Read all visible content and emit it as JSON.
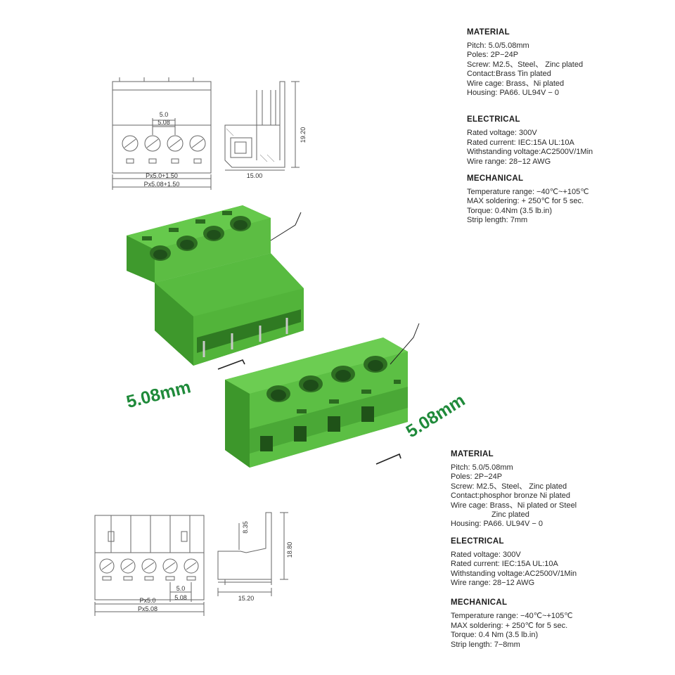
{
  "spec_top": {
    "sections": [
      {
        "title": "MATERIAL",
        "lines": [
          "Pitch: 5.0/5.08mm",
          "Poles:  2P−24P",
          "Screw: M2.5、Steel、 Zinc plated",
          "Contact:Brass Tin plated",
          "Wire cage: Brass、Ni plated",
          "Housing: PA66. UL94V − 0"
        ]
      },
      {
        "title": "ELECTRICAL",
        "lines": [
          "Rated voltage: 300V",
          "Rated current: IEC:15A  UL:10A",
          "Withstanding voltage:AC2500V/1Min",
          "Wire range: 28−12 AWG"
        ]
      },
      {
        "title": "MECHANICAL",
        "lines": [
          "Temperature range: −40℃~+105℃",
          "MAX soldering: + 250℃ for 5 sec.",
          "Torque: 0.4Nm (3.5 lb.in)",
          "Strip length: 7mm"
        ]
      }
    ]
  },
  "spec_bottom": {
    "sections": [
      {
        "title": "MATERIAL",
        "lines": [
          "Pitch: 5.0/5.08mm",
          "Poles:  2P−24P",
          "Screw: M2.5、Steel、  Zinc plated",
          "Contact:phosphor bronze Ni plated",
          "Wire cage: Brass、Ni plated or Steel",
          "Zinc plated",
          "Housing: PA66. UL94V − 0"
        ]
      },
      {
        "title": "ELECTRICAL",
        "lines": [
          "Rated voltage: 300V",
          "Rated current: IEC:15A  UL:10A",
          "Withstanding voltage:AC2500V/1Min",
          "Wire range: 28−12 AWG"
        ]
      },
      {
        "title": "MECHANICAL",
        "lines": [
          "Temperature range: −40℃~+105℃",
          "MAX soldering: + 250℃ for 5 sec.",
          "Torque: 0.4 Nm (3.5 lb.in)",
          "Strip length: 7−8mm"
        ]
      }
    ]
  },
  "drawing_top": {
    "pitch_a": "5.0",
    "pitch_b": "5.08",
    "width_a": "Px5.0+1.50",
    "width_b": "Px5.08+1.50",
    "height": "19.20",
    "depth": "15.00"
  },
  "drawing_bottom": {
    "height_small": "8.35",
    "height": "18.80",
    "depth": "15.20",
    "pitch_a": "5.0",
    "pitch_b": "5.08",
    "width_a": "Px5.0",
    "width_b": "Px5.08"
  },
  "photo_labels": {
    "left": "5.08mm",
    "right": "5.08mm"
  },
  "colors": {
    "housing_green": "#5cc043",
    "housing_dark": "#3e9a2c",
    "label_green": "#1f8a3a",
    "line": "#555555"
  }
}
